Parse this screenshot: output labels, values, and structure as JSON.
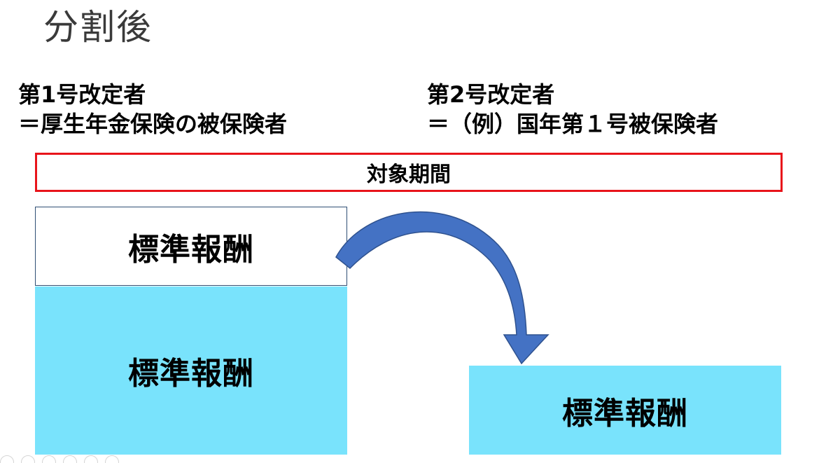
{
  "slide": {
    "title": "分割後"
  },
  "left_party": {
    "line1": "第1号改定者",
    "line2": "＝厚生年金保険の被保険者"
  },
  "right_party": {
    "line1": "第2号改定者",
    "line2": "＝（例）国年第１号被保険者"
  },
  "period": {
    "label": "対象期間"
  },
  "boxes": {
    "upper_label": "標準報酬",
    "lower_label": "標準報酬",
    "right_label": "標準報酬"
  },
  "colors": {
    "period_border": "#e8141b",
    "box_fill": "#79e3fc",
    "arrow_fill": "#4472c4",
    "arrow_stroke": "#2f528f"
  },
  "icons": {
    "arrow": "curved-arrow-down-right-icon"
  }
}
